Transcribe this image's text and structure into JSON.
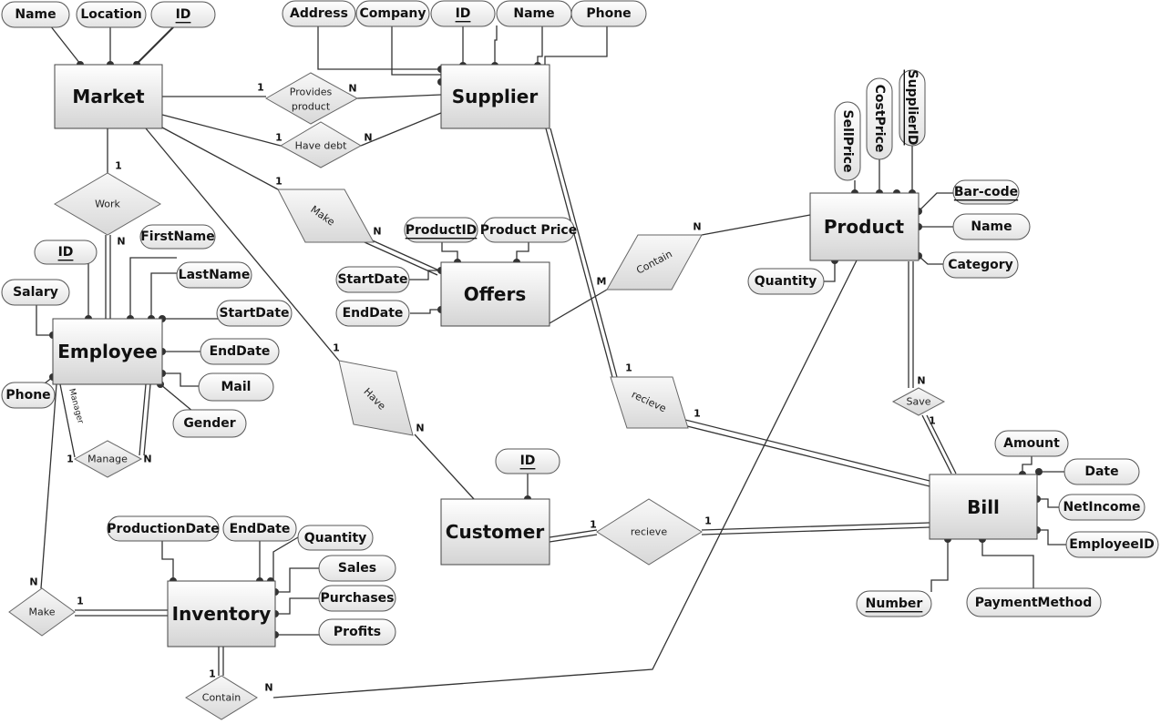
{
  "entities": {
    "market": "Market",
    "supplier": "Supplier",
    "product": "Product",
    "employee": "Employee",
    "offers": "Offers",
    "customer": "Customer",
    "bill": "Bill",
    "inventory": "Inventory"
  },
  "attributes": {
    "market_name": "Name",
    "market_location": "Location",
    "market_id": "ID",
    "supplier_address": "Address",
    "supplier_company": "Company",
    "supplier_id": "ID",
    "supplier_name": "Name",
    "supplier_phone": "Phone",
    "product_sellprice": "SellPrice",
    "product_costprice": "CostPrice",
    "product_supplierid": "SupplierID",
    "product_barcode": "Bar-code",
    "product_name": "Name",
    "product_category": "Category",
    "product_quantity": "Quantity",
    "offers_productid": "ProductID",
    "offers_productprice": "Product Price",
    "offers_startdate": "StartDate",
    "offers_enddate": "EndDate",
    "employee_id": "ID",
    "employee_firstname": "FirstName",
    "employee_lastname": "LastName",
    "employee_salary": "Salary",
    "employee_startdate": "StartDate",
    "employee_enddate": "EndDate",
    "employee_mail": "Mail",
    "employee_gender": "Gender",
    "employee_phone": "Phone",
    "customer_id": "ID",
    "bill_amount": "Amount",
    "bill_date": "Date",
    "bill_netincome": "NetIncome",
    "bill_employeeid": "EmployeeID",
    "bill_number": "Number",
    "bill_paymentmethod": "PaymentMethod",
    "inventory_productiondate": "ProductionDate",
    "inventory_enddate": "EndDate",
    "inventory_quantity": "Quantity",
    "inventory_sales": "Sales",
    "inventory_purchases": "Purchases",
    "inventory_profits": "Profits"
  },
  "relationships": {
    "provides_line1": "Provides",
    "provides_line2": "product",
    "have_debt": "Have debt",
    "work": "Work",
    "make_offers": "Make",
    "contain_offers": "Contain",
    "recieve_supplier": "recieve",
    "have_customer": "Have",
    "save": "Save",
    "manage": "Manage",
    "manager_role": "Manager",
    "recieve_customer": "recieve",
    "make_inventory": "Make",
    "contain_inventory": "Contain"
  },
  "cardinalities": {
    "provides_market": "1",
    "provides_supplier": "N",
    "debt_market": "1",
    "debt_supplier": "N",
    "work_market": "1",
    "work_employee": "N",
    "make_market": "1",
    "make_offers": "N",
    "contain_product": "N",
    "contain_offers": "M",
    "recieve_supplier": "1",
    "recieve_bill": "1",
    "have_market": "1",
    "have_customer": "N",
    "save_product": "N",
    "save_bill": "1",
    "manage_left": "1",
    "manage_right": "N",
    "cust_recieve_customer": "1",
    "cust_recieve_bill": "1",
    "make_inv_employee": "N",
    "make_inv_inventory": "1",
    "contain_inv_inventory": "1",
    "contain_inv_product": "N"
  }
}
